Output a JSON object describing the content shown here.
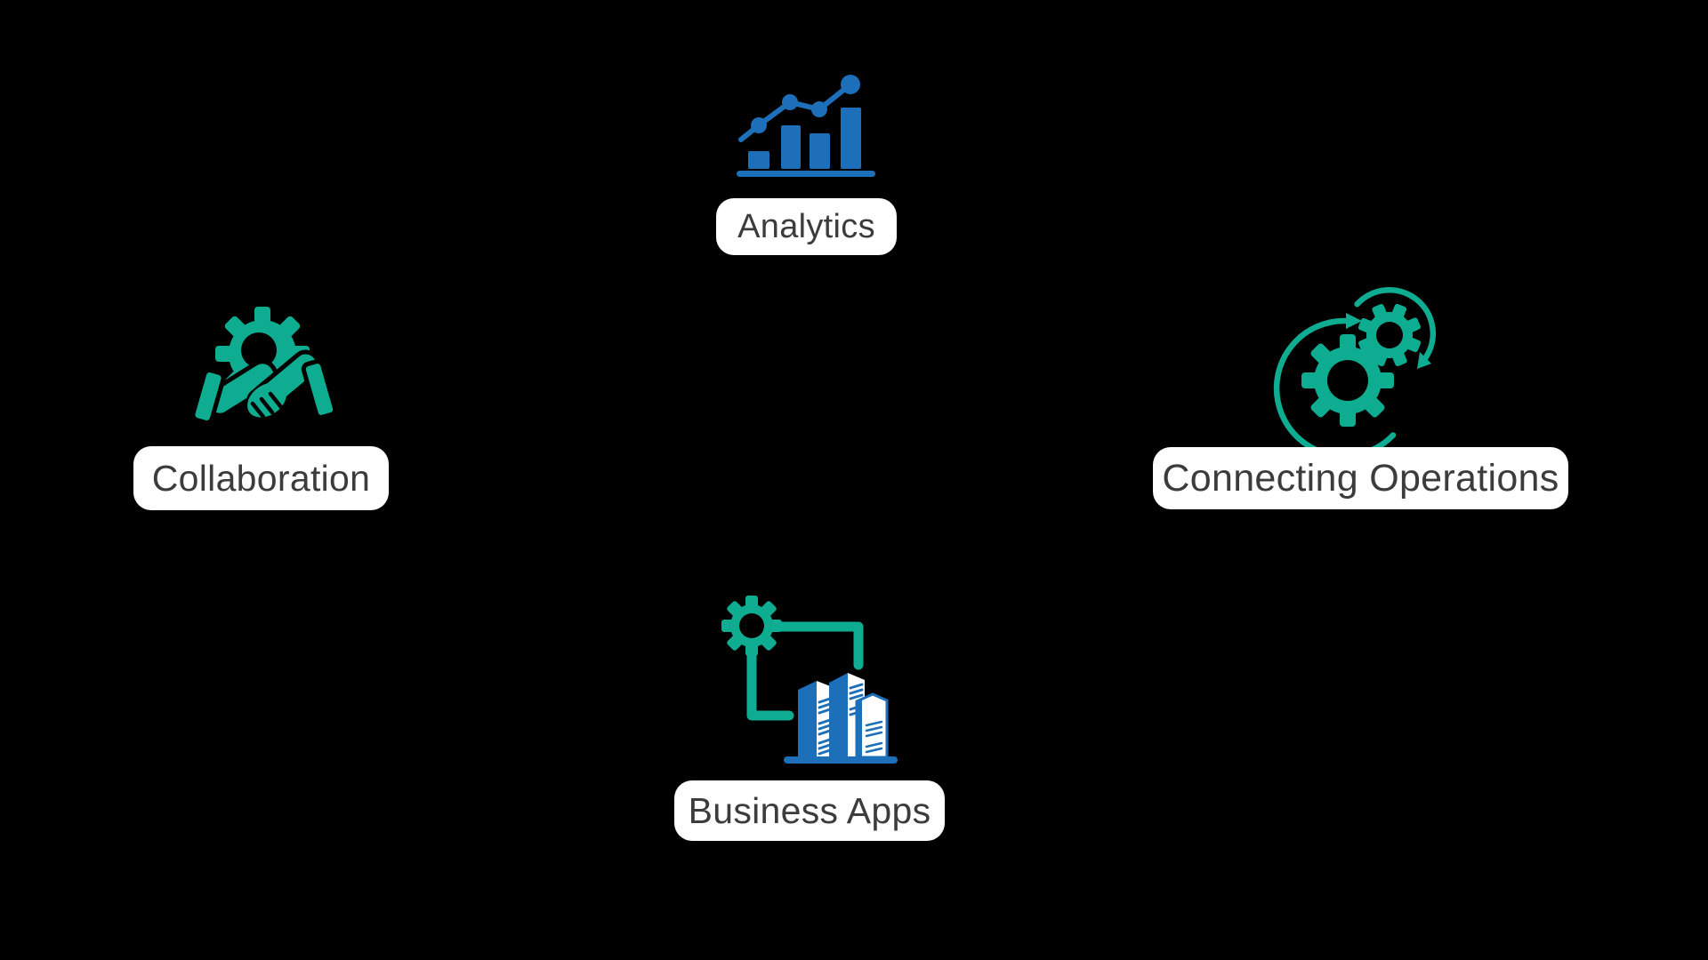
{
  "background_color": "#000000",
  "colors": {
    "teal": "#0ead92",
    "blue": "#1c6fb8",
    "label_bg": "#ffffff",
    "label_text": "#3c3c3c"
  },
  "nodes": [
    {
      "id": "analytics",
      "label": "Analytics",
      "icon": "bar-chart-trend-icon",
      "icon_color": "#1c6fb8",
      "position": "top"
    },
    {
      "id": "collaboration",
      "label": "Collaboration",
      "icon": "gear-handshake-icon",
      "icon_color": "#0ead92",
      "position": "left"
    },
    {
      "id": "connecting-operations",
      "label": "Connecting Operations",
      "icon": "rotating-gears-icon",
      "icon_color": "#0ead92",
      "position": "right"
    },
    {
      "id": "business-apps",
      "label": "Business Apps",
      "icon": "gear-connected-buildings-icon",
      "icon_color": "#0ead92",
      "position": "bottom"
    }
  ]
}
